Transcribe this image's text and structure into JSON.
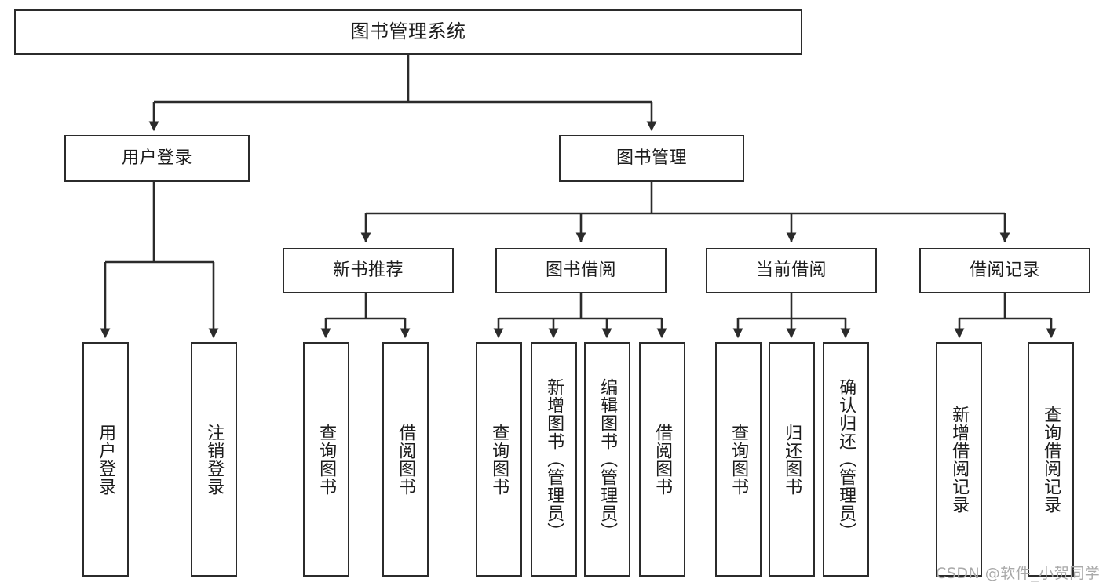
{
  "diagram": {
    "type": "tree-hierarchy-diagram",
    "title": "图书管理系统",
    "background_color": "#ffffff",
    "border_color": "#2b2b2b",
    "text_color": "#1c1c1c",
    "root": {
      "label": "图书管理系统"
    },
    "level2": [
      {
        "label": "用户登录"
      },
      {
        "label": "图书管理"
      }
    ],
    "level3": [
      {
        "label": "新书推荐"
      },
      {
        "label": "图书借阅"
      },
      {
        "label": "当前借阅"
      },
      {
        "label": "借阅记录"
      }
    ],
    "leaves": [
      {
        "label": "用户登录",
        "parent": "用户登录"
      },
      {
        "label": "注销登录",
        "parent": "用户登录"
      },
      {
        "label": "查询图书",
        "parent": "新书推荐"
      },
      {
        "label": "借阅图书",
        "parent": "新书推荐"
      },
      {
        "label": "查询图书",
        "parent": "图书借阅"
      },
      {
        "label": "新增图书（管理员）",
        "parent": "图书借阅"
      },
      {
        "label": "编辑图书（管理员）",
        "parent": "图书借阅"
      },
      {
        "label": "借阅图书",
        "parent": "图书借阅"
      },
      {
        "label": "查询图书",
        "parent": "当前借阅"
      },
      {
        "label": "归还图书",
        "parent": "当前借阅"
      },
      {
        "label": "确认归还（管理员）",
        "parent": "当前借阅"
      },
      {
        "label": "新增借阅记录",
        "parent": "借阅记录"
      },
      {
        "label": "查询借阅记录",
        "parent": "借阅记录"
      }
    ]
  },
  "watermark": {
    "text": "CSDN @软件_小贺同学",
    "color": "#a9a9a9"
  }
}
